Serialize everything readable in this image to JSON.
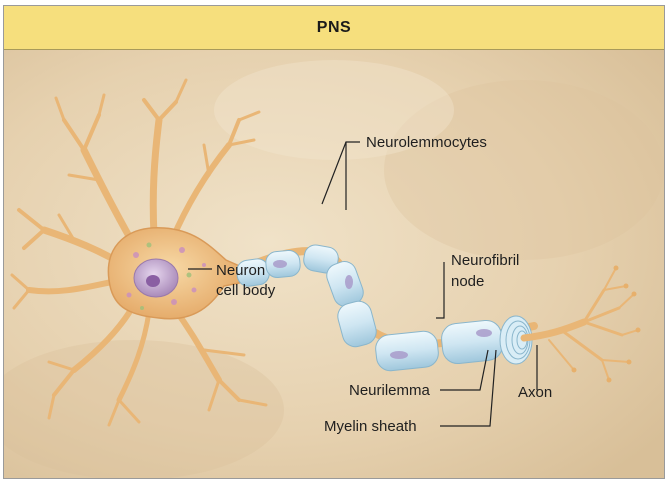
{
  "header": {
    "title": "PNS"
  },
  "labels": {
    "neurolemmocytes": "Neurolemmocytes",
    "neuron_cell_body_line1": "Neuron",
    "neuron_cell_body_line2": "cell body",
    "neurofibril_node_line1": "Neurofibril",
    "neurofibril_node_line2": "node",
    "neurilemma": "Neurilemma",
    "axon": "Axon",
    "myelin_sheath": "Myelin sheath"
  },
  "colors": {
    "header_bg": "#f6df7d",
    "background": "#e8d5b6",
    "neuron": "#f2c98a",
    "myelin": "#cfe6f2",
    "nucleus": "#cbb0d6"
  }
}
